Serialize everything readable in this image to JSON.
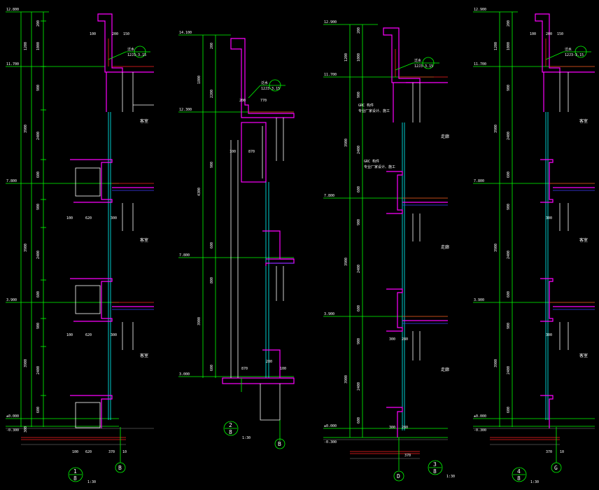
{
  "colors": {
    "background": "#000000",
    "dimension": "#00ff00",
    "outline": "#ff00ff",
    "glazing": "#00ffff",
    "slab": "#ff2020",
    "text": "#ffffff"
  },
  "s1": {
    "levels": [
      "12.800",
      "11.700",
      "7.800",
      "3.900",
      "±0.000",
      "-0.300"
    ],
    "dims": [
      "200",
      "1000",
      "1200",
      "900",
      "3900",
      "2400",
      "600",
      "900",
      "3900",
      "2400",
      "600",
      "900",
      "3900",
      "2400",
      "600",
      "300"
    ],
    "top_dims": [
      "100",
      "200",
      "150"
    ],
    "bay_dims": [
      "100",
      "620",
      "300"
    ],
    "bottom_dims": [
      "100",
      "620",
      "370",
      "10"
    ],
    "note_ref": "泛水",
    "note_code": "12J3-3.15",
    "rooms": [
      "客室",
      "客室",
      "客室"
    ],
    "caption_top": "1",
    "caption_bottom": "8",
    "scale": "1:30",
    "axis": "B"
  },
  "s2": {
    "levels": [
      "14.100",
      "12.300",
      "7.800",
      "3.000"
    ],
    "dims": [
      "200",
      "1800",
      "2200",
      "900",
      "4300",
      "600",
      "800",
      "3900",
      "600"
    ],
    "top_dims": [
      "200",
      "770"
    ],
    "mid_dims": [
      "100",
      "870"
    ],
    "low_dims": [
      "280",
      "870",
      "100"
    ],
    "note_ref": "泛水",
    "note_code": "12J3-3.15",
    "caption_top": "2",
    "caption_bottom": "8",
    "scale": "1:30",
    "axis": "B"
  },
  "s3": {
    "levels": [
      "12.900",
      "11.700",
      "7.800",
      "3.900",
      "±0.000",
      "-0.300"
    ],
    "dims": [
      "200",
      "1000",
      "1200",
      "900",
      "3900",
      "2400",
      "600",
      "900",
      "3900",
      "2400",
      "600",
      "900",
      "3900",
      "2400",
      "600"
    ],
    "note_ref": "泛水",
    "note_code": "12J3-3.15",
    "grc_notes": [
      {
        "a": "GRC 构件",
        "b": "专业厂家设计、施工"
      },
      {
        "a": "GRC 构件",
        "b": "专业厂家设计、施工"
      }
    ],
    "rooms": [
      "走廊",
      "走廊",
      "走廊"
    ],
    "bay_dims": [
      "300",
      "280"
    ],
    "bottom_dim": "370",
    "caption_top": "3",
    "caption_bottom": "8",
    "scale": "1:30",
    "axis": "D"
  },
  "s4": {
    "levels": [
      "12.900",
      "11.700",
      "7.800",
      "3.900",
      "±0.000",
      "-0.300"
    ],
    "dims": [
      "200",
      "1000",
      "1200",
      "900",
      "3900",
      "2400",
      "600",
      "900",
      "3900",
      "2400",
      "600",
      "900",
      "3900",
      "2400",
      "600"
    ],
    "top_dims": [
      "100",
      "200",
      "150"
    ],
    "note_ref": "泛水",
    "note_code": "12J3-3.15",
    "rooms": [
      "客室",
      "客室",
      "客室"
    ],
    "bay_dim": "300",
    "bottom_dims": [
      "370",
      "10"
    ],
    "caption_top": "4",
    "caption_bottom": "8",
    "scale": "1:30",
    "axis": "G"
  }
}
